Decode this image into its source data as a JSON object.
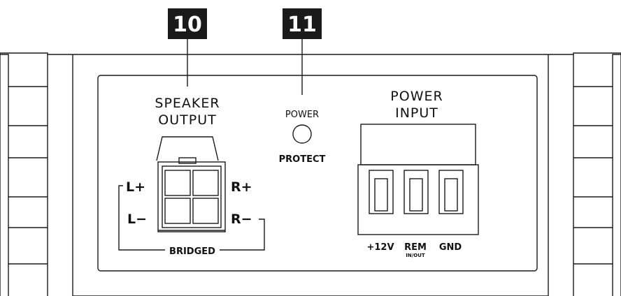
{
  "callouts": [
    {
      "number": "10"
    },
    {
      "number": "11"
    }
  ],
  "speaker_output": {
    "title_line1": "SPEAKER",
    "title_line2": "OUTPUT",
    "left_plus": "L+",
    "left_minus": "L−",
    "right_plus": "R+",
    "right_minus": "R−",
    "bridged": "BRIDGED"
  },
  "led": {
    "top_label": "POWER",
    "bottom_label": "PROTECT"
  },
  "power_input": {
    "title_line1": "POWER",
    "title_line2": "INPUT",
    "terminals": [
      {
        "label": "+12V",
        "sublabel": ""
      },
      {
        "label": "REM",
        "sublabel": "IN/OUT"
      },
      {
        "label": "GND",
        "sublabel": ""
      }
    ]
  },
  "colors": {
    "stroke": "#1a1a1a",
    "callout_bg": "#1a1a1a",
    "callout_text": "#ffffff"
  }
}
